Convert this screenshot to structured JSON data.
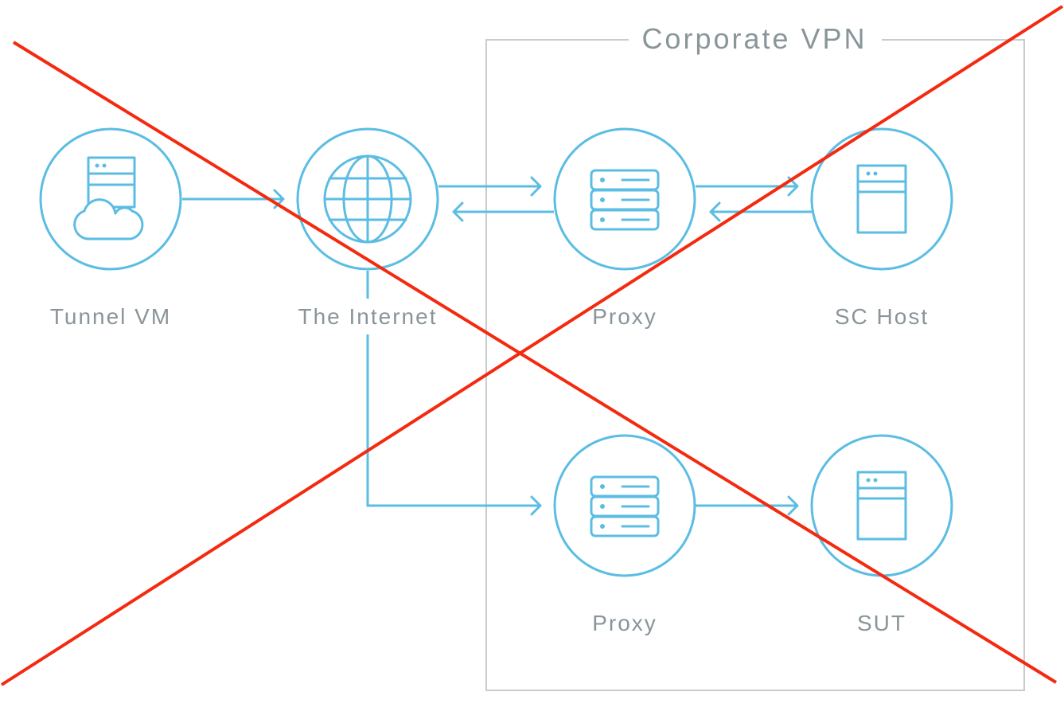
{
  "group": {
    "title": "Corporate VPN"
  },
  "nodes": {
    "tunnel_vm": {
      "label": "Tunnel VM",
      "icon": "server-cloud-icon"
    },
    "internet": {
      "label": "The Internet",
      "icon": "globe-icon"
    },
    "proxy_top": {
      "label": "Proxy",
      "icon": "server-stack-icon"
    },
    "sc_host": {
      "label": "SC Host",
      "icon": "server-icon"
    },
    "proxy_bottom": {
      "label": "Proxy",
      "icon": "server-stack-icon"
    },
    "sut": {
      "label": "SUT",
      "icon": "server-icon"
    }
  },
  "colors": {
    "accent": "#5bbde3",
    "label": "#8a9599",
    "box": "#c8cccd",
    "cross": "#f42a10"
  }
}
